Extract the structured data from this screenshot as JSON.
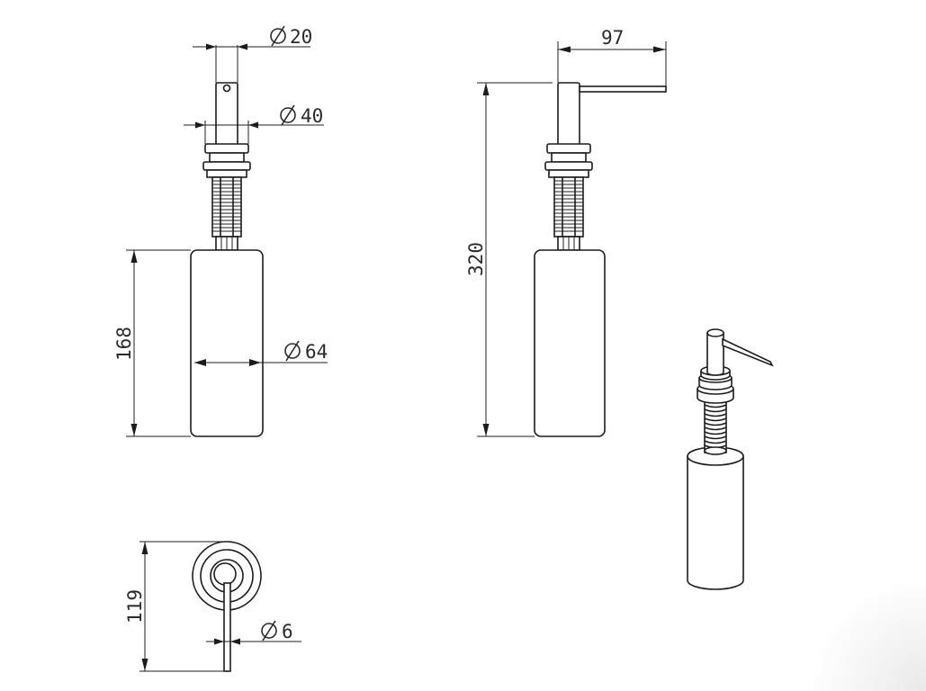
{
  "dimensions": {
    "stem_diameter": "20",
    "flange_diameter": "40",
    "bottle_diameter": "64",
    "spout_diameter": "6",
    "bottle_height": "168",
    "total_height": "320",
    "spout_reach": "97",
    "top_view_length": "119"
  }
}
